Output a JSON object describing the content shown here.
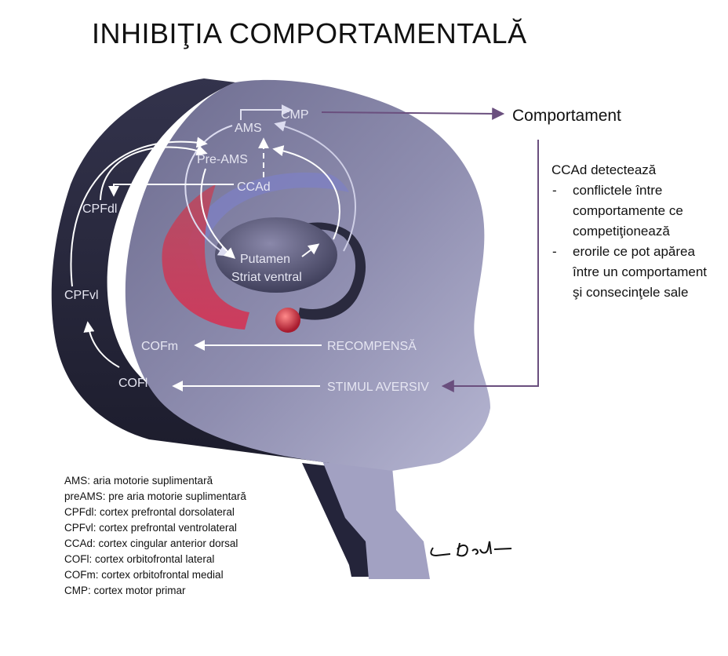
{
  "title": "INHIBIŢIA COMPORTAMENTALĂ",
  "labels": {
    "cmp": "CMP",
    "ams": "AMS",
    "pre_ams": "Pre-AMS",
    "ccad": "CCAd",
    "cpfdl": "CPFdl",
    "cpfvl": "CPFvl",
    "putamen": "Putamen",
    "striat_ventral": "Striat ventral",
    "cofm": "COFm",
    "cofl": "COFl",
    "recompensa": "RECOMPENSĂ",
    "stimul_aversiv": "STIMUL AVERSIV",
    "comportament": "Comportament"
  },
  "panel": {
    "heading": "CCAd detectează",
    "items": [
      "conflictele între comportamente ce competiţionează",
      "erorile ce pot apărea între un comportament şi consecinţele sale"
    ]
  },
  "legend": [
    "AMS: aria motorie suplimentară",
    "preAMS: pre aria motorie suplimentară",
    "CPFdl: cortex prefrontal dorsolateral",
    "CPFvl: cortex prefrontal ventrolateral",
    "CCAd: cortex cingular anterior dorsal",
    "COFl: cortex orbitofrontal lateral",
    "COFm: cortex orbitofrontal medial",
    "CMP: cortex motor primar"
  ],
  "signature": "L Dah",
  "colors": {
    "brain": "#8b8aa8",
    "brain_dark": "#2b2b40",
    "arrow_purple": "#6a4f7e",
    "red_arc": "#c23b55",
    "blue_arc": "#7d80c4"
  }
}
